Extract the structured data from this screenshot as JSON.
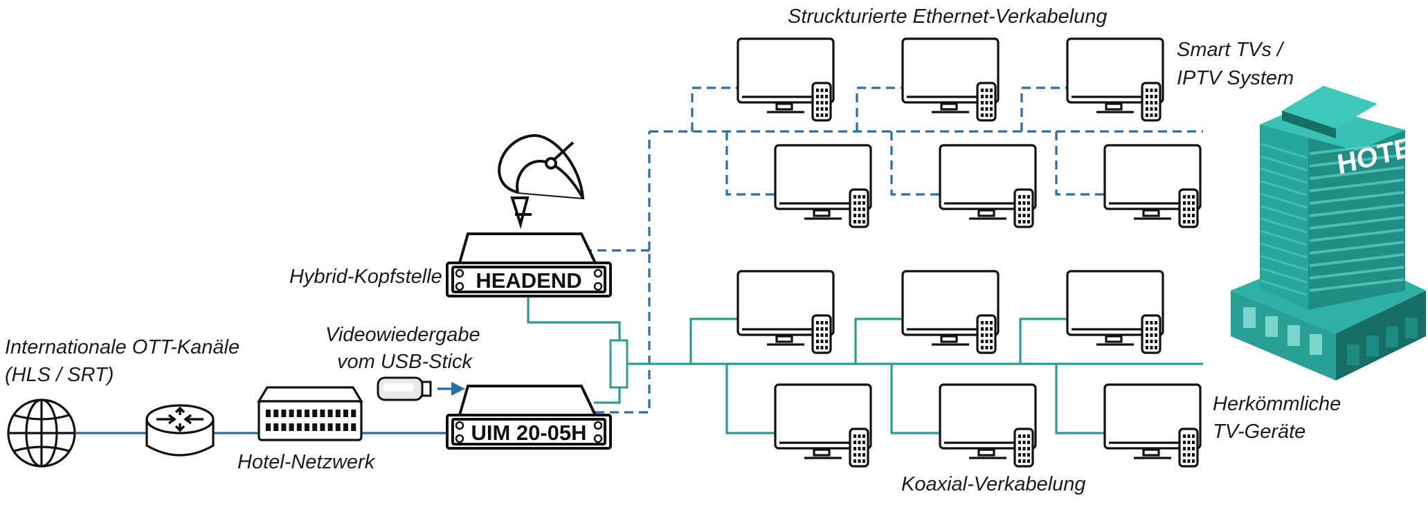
{
  "colors": {
    "ethernet": "#2a6ea8",
    "coax": "#2a9c92",
    "network": "#2a6ea8",
    "outline": "#111111",
    "hotel": "#1f8f86",
    "hotel_dark": "#166e67",
    "arrow": "#2a6ea8"
  },
  "labels": {
    "ethernet_title": "Struckturierte Ethernet-Verkabelung",
    "smart_tv_line1": "Smart TVs /",
    "smart_tv_line2": "IPTV System",
    "hybrid_headend": "Hybrid-Kopfstelle",
    "video_line1": "Videowiedergabe",
    "video_line2": "vom USB-Stick",
    "ott_line1": "Internationale OTT-Kanäle",
    "ott_line2": "(HLS / SRT)",
    "hotel_network": "Hotel-Netzwerk",
    "legacy_line1": "Herkömmliche",
    "legacy_line2": "TV-Geräte",
    "coax_title": "Koaxial-Verkabelung"
  },
  "devices": {
    "headend_label": "HEADEND",
    "uim_label": "UIM 20-05H",
    "hotel_sign": "HOTEL"
  },
  "icons": {
    "globe": "globe-icon",
    "router": "router-icon",
    "switch": "network-switch-icon",
    "usb": "usb-stick-icon",
    "satellite": "satellite-dish-icon",
    "tv": "tv-with-remote-icon",
    "splitter": "coax-splitter-icon",
    "hotel": "hotel-building-icon"
  },
  "tv_groups": {
    "ip_tv_count": 6,
    "legacy_tv_count": 6
  }
}
